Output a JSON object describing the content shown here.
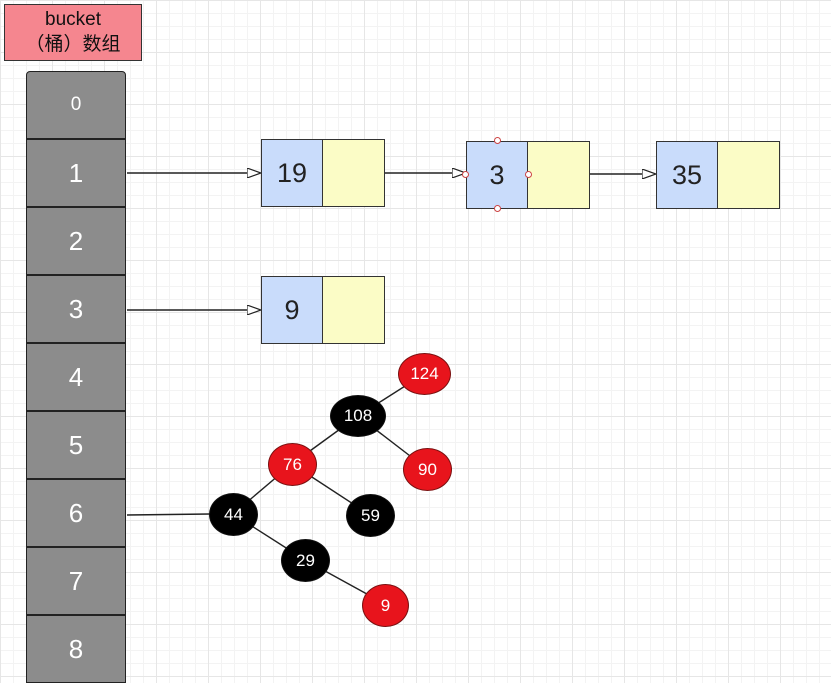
{
  "bucket_label": {
    "line1": "bucket",
    "line2": "（桶）数组"
  },
  "buckets": [
    "0",
    "1",
    "2",
    "3",
    "4",
    "5",
    "6",
    "7",
    "8"
  ],
  "chain_bucket_1": [
    "19",
    "3",
    "35"
  ],
  "chain_bucket_3": [
    "9"
  ],
  "tree_bucket_6": {
    "n108": "108",
    "n124": "124",
    "n76": "76",
    "n90": "90",
    "n44": "44",
    "n59": "59",
    "n29": "29",
    "n9": "9"
  },
  "colors": {
    "bucket_header": "#f5868f",
    "bucket_cell": "#8c8c8c",
    "node_key": "#c9dcfb",
    "node_next": "#fbfcc6",
    "tree_black": "#000000",
    "tree_red": "#e8141c"
  }
}
